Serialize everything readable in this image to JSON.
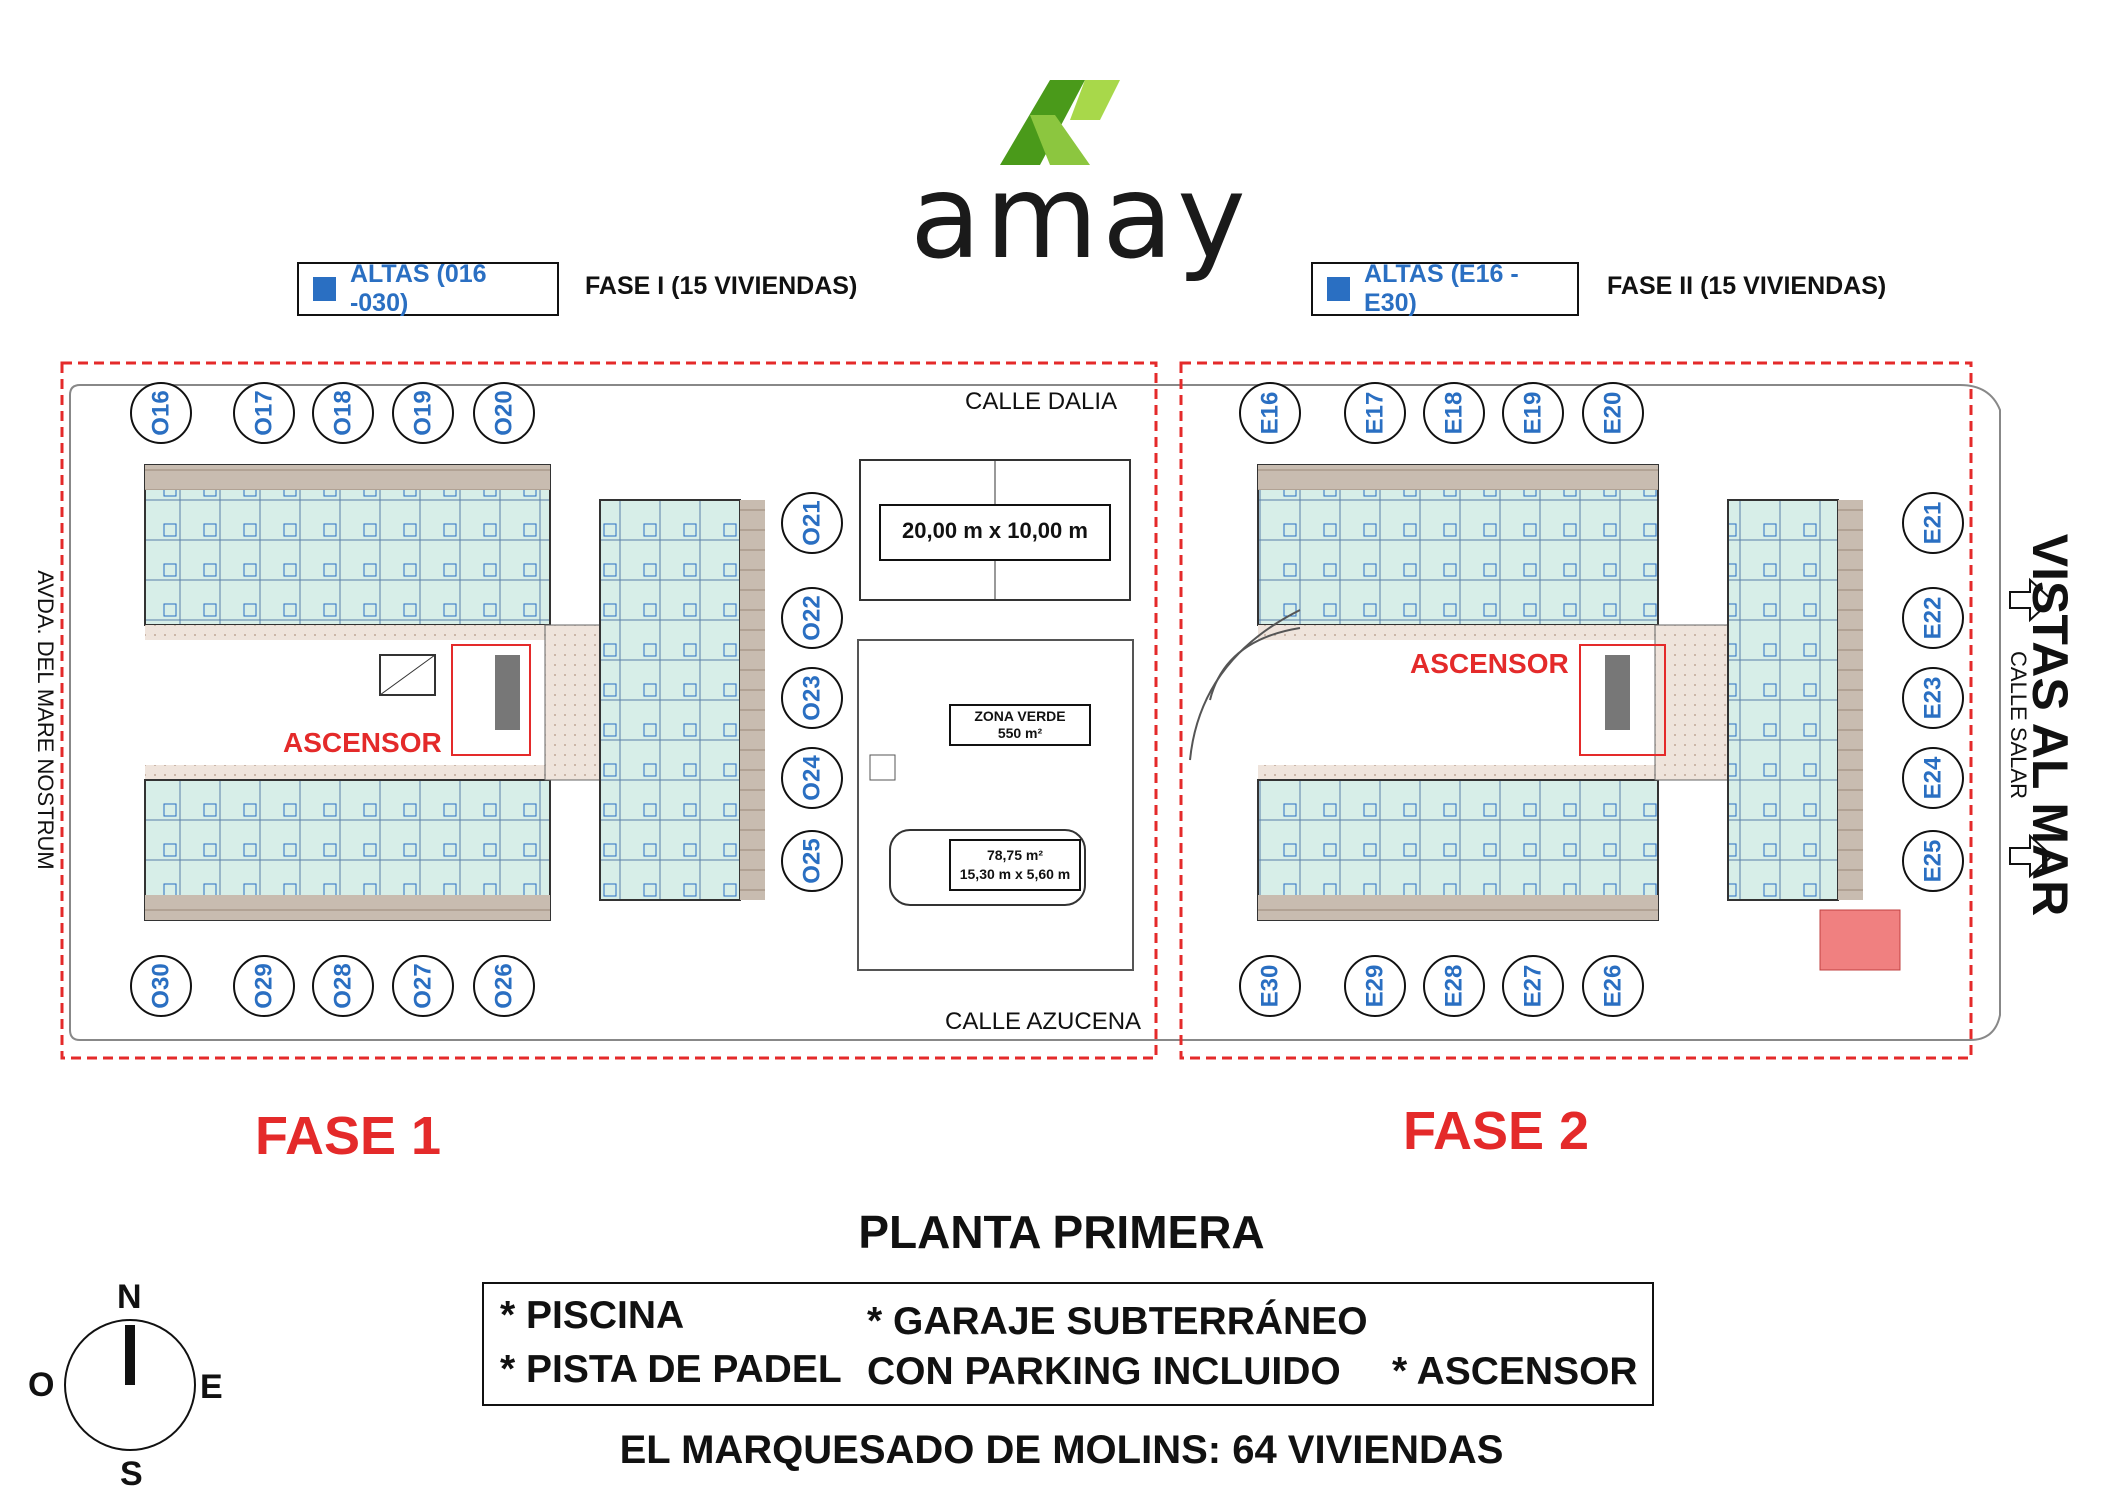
{
  "brand": {
    "name": "amay",
    "colors": {
      "green_dark": "#4a9a1a",
      "green_light": "#9acd32",
      "text": "#1a1a1a"
    }
  },
  "legend": [
    {
      "label": "ALTAS (016 -030)",
      "phase": "FASE I (15 VIVIENDAS)"
    },
    {
      "label": "ALTAS (E16 -E30)",
      "phase": "FASE II (15 VIVIENDAS)"
    }
  ],
  "streets": {
    "top": "CALLE DALIA",
    "bottom": "CALLE AZUCENA",
    "left": "AVDA. DEL MARE NOSTRUM",
    "right": "CALLE SALAR"
  },
  "units_phase1": {
    "top": [
      "O16",
      "O17",
      "O18",
      "O19",
      "O20"
    ],
    "right": [
      "O21",
      "O22",
      "O23",
      "O24",
      "O25"
    ],
    "bottom": [
      "O30",
      "O29",
      "O28",
      "O27",
      "O26"
    ]
  },
  "units_phase2": {
    "top": [
      "E16",
      "E17",
      "E18",
      "E19",
      "E20"
    ],
    "right": [
      "E21",
      "E22",
      "E23",
      "E24",
      "E25"
    ],
    "bottom": [
      "E30",
      "E29",
      "E28",
      "E27",
      "E26"
    ]
  },
  "labels": {
    "elevator": "ASCENSOR",
    "court": "20,00 m x 10,00 m",
    "green_zone_line1": "ZONA VERDE",
    "green_zone_line2": "550 m²",
    "pool_line1": "78,75 m²",
    "pool_line2": "15,30 m x 5,60 m",
    "sea_views": "VISTAS AL MAR"
  },
  "phases": {
    "phase1": "FASE 1",
    "phase2": "FASE 2"
  },
  "plan_title": "PLANTA PRIMERA",
  "features": {
    "pool": "* PISCINA",
    "padel": "* PISTA DE PADEL",
    "garage_line1": "* GARAJE SUBTERRÁNEO",
    "garage_line2": "CON PARKING INCLUIDO",
    "elevator": "* ASCENSOR"
  },
  "footer": "EL MARQUESADO DE MOLINS: 64 VIVIENDAS",
  "compass": {
    "n": "N",
    "s": "S",
    "e": "E",
    "w": "O"
  },
  "plan_colors": {
    "border_red": "#e42a2a",
    "unit_blue": "#2a6fc2",
    "apartment_fill": "#cfe9e2",
    "terrace_fill": "#b8a89a"
  }
}
